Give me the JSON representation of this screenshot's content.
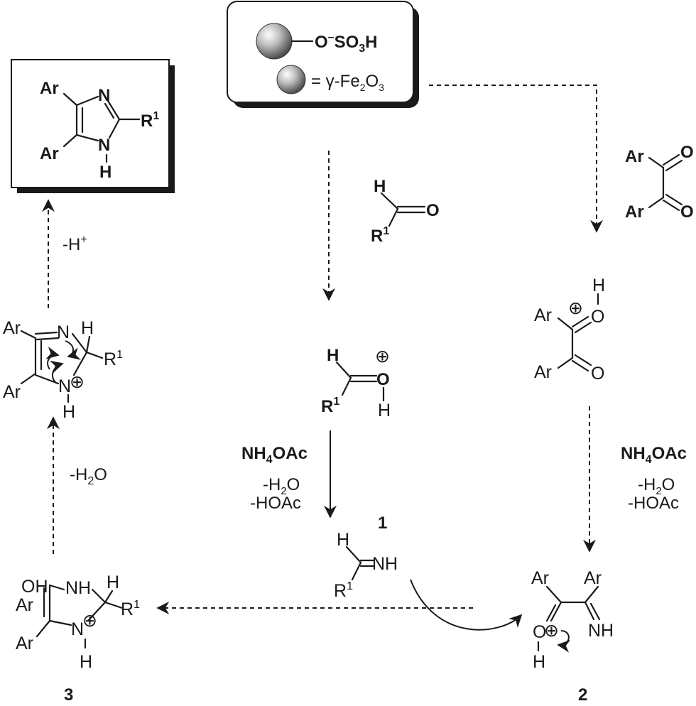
{
  "catalyst": {
    "group": "O",
    "group_sup": "–",
    "acid": "SO",
    "acid_sub": "3",
    "acid_end": "H",
    "legend_eq": "= γ-Fe",
    "legend_sub1": "2",
    "legend_o": "O",
    "legend_sub2": "3"
  },
  "atoms": {
    "ar": "Ar",
    "n": "N",
    "h": "H",
    "o": "O",
    "r": "R",
    "r_sup": "1",
    "nh": "NH",
    "oh": "OH",
    "plus": "⊕"
  },
  "conditions": {
    "minus_h_plus": "-H",
    "plus_sign": "+",
    "minus_h2o_left": "-H",
    "h2o_sub": "2",
    "h2o_o": "O",
    "nh4oac_nh": "NH",
    "nh4oac_sub": "4",
    "nh4oac_end": "OAc",
    "minus_hoac": "-HOAc"
  },
  "labels": {
    "compound_1": "1",
    "compound_2": "2",
    "compound_3": "3"
  }
}
